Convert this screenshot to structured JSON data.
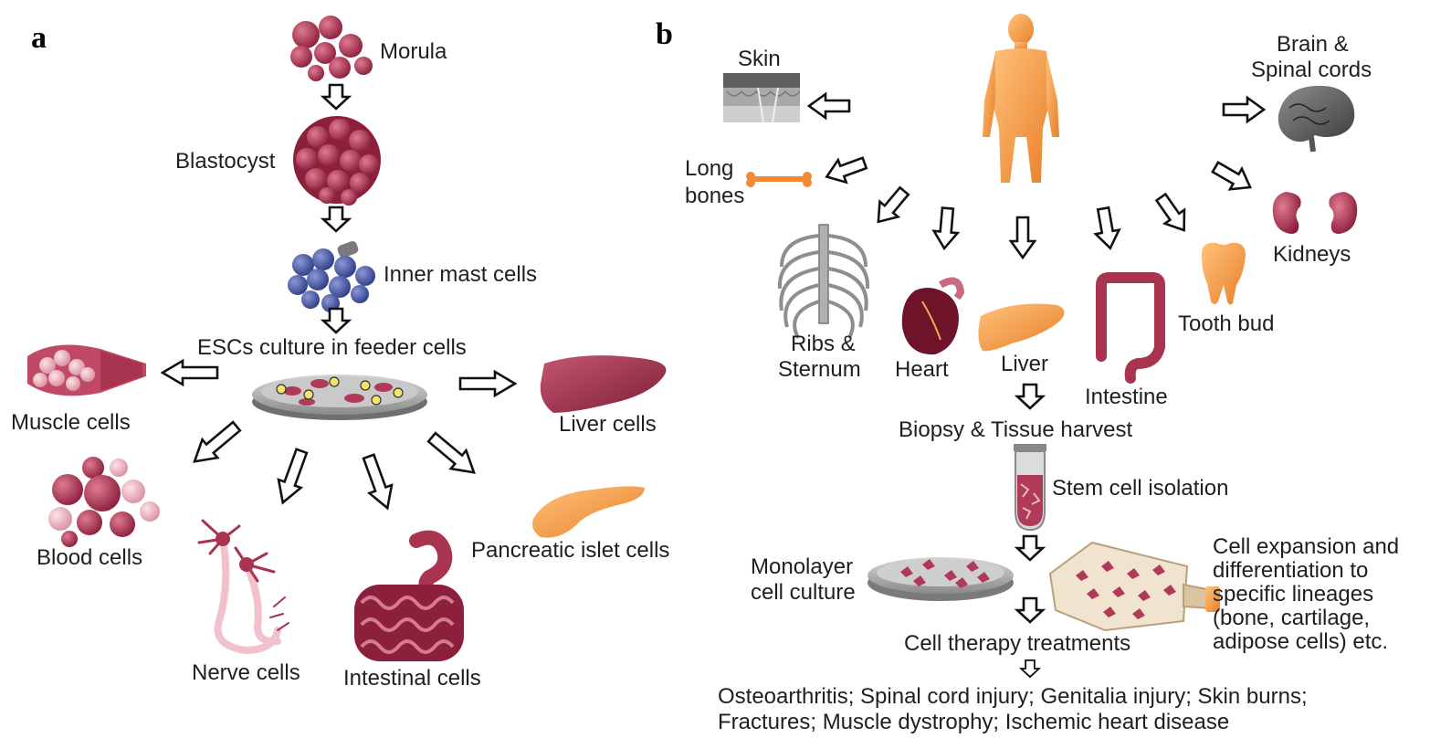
{
  "panels": {
    "a": "a",
    "b": "b"
  },
  "panel_a": {
    "morula": "Morula",
    "blastocyst": "Blastocyst",
    "inner_mass": "Inner mast cells",
    "esc_culture": "ESCs culture in feeder cells",
    "muscle": "Muscle cells",
    "liver": "Liver cells",
    "blood": "Blood cells",
    "nerve": "Nerve cells",
    "intestinal": "Intestinal cells",
    "pancreatic": "Pancreatic islet cells"
  },
  "panel_b": {
    "skin": "Skin",
    "brain_1": "Brain &",
    "brain_2": "Spinal cords",
    "long_bones_1": "Long",
    "long_bones_2": "bones",
    "ribs_1": "Ribs &",
    "ribs_2": "Sternum",
    "heart": "Heart",
    "liver": "Liver",
    "intestine": "Intestine",
    "tooth": "Tooth bud",
    "kidneys": "Kidneys",
    "biopsy": "Biopsy & Tissue harvest",
    "isolation": "Stem cell isolation",
    "monolayer_1": "Monolayer",
    "monolayer_2": "cell culture",
    "expansion_1": "Cell expansion and",
    "expansion_2": "differentiation to",
    "expansion_3": "specific lineages",
    "expansion_4": "(bone, cartilage,",
    "expansion_5": "adipose cells) etc.",
    "therapy": "Cell therapy treatments",
    "diseases_1": "Osteoarthritis; Spinal cord injury; Genitalia injury; Skin burns;",
    "diseases_2": "Fractures; Muscle dystrophy; Ischemic heart disease"
  },
  "colors": {
    "cell_red": "#a8344f",
    "cell_light": "#e8b7c2",
    "blue_cells": "#4a5aa8",
    "orange": "#f5a047",
    "bone_gray": "#9a9a9a"
  }
}
